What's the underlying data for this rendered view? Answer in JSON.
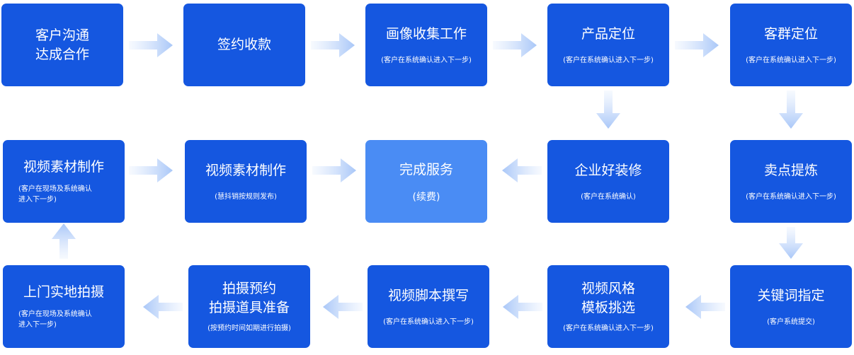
{
  "steps": [
    {
      "title": "客户沟通\n达成合作",
      "sub": ""
    },
    {
      "title": "签约收款",
      "sub": ""
    },
    {
      "title": "画像收集工作",
      "sub": "(客户在系统确认进入下一步)"
    },
    {
      "title": "产品定位",
      "sub": "(客户在系统确认进入下一步)"
    },
    {
      "title": "客群定位",
      "sub": "(客户在系统确认进入下一步)"
    },
    {
      "title": "视频素材制作",
      "sub": "(客户在现场及系统确认\n进入下一步)"
    },
    {
      "title": "视频素材制作",
      "sub": "(慧抖销按规则发布)"
    },
    {
      "title": "完成服务",
      "sub": "(续费)"
    },
    {
      "title": "企业好装修",
      "sub": "(客户在系统确认)"
    },
    {
      "title": "卖点提炼",
      "sub": "(客户在系统确认进入下一步)"
    },
    {
      "title": "上门实地拍摄",
      "sub": "(客户在现场及系统确认\n进入下一步)"
    },
    {
      "title": "拍摄预约\n拍摄道具准备",
      "sub": "(按预约时间如期进行拍摄)"
    },
    {
      "title": "视频脚本撰写",
      "sub": "(客户在系统确认进入下一步)"
    },
    {
      "title": "视频风格\n模板挑选",
      "sub": "(客户在系统确认进入下一步)"
    },
    {
      "title": "关键词指定",
      "sub": "(客户系统提交)"
    }
  ],
  "colors": {
    "box": "#1557e0",
    "done": "#4a8cf4",
    "arrow": "#c9dcfb"
  }
}
